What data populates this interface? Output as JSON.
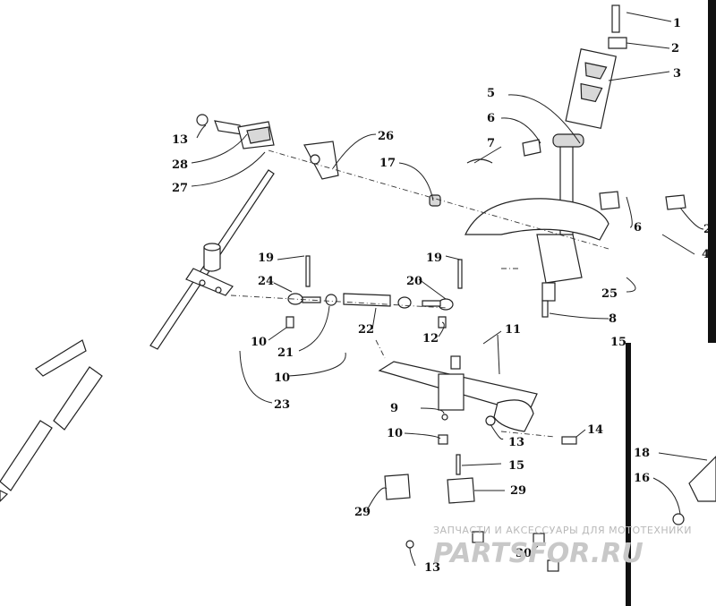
{
  "callouts": {
    "c1": "1",
    "c2a": "2",
    "c3": "3",
    "c5": "5",
    "c6a": "6",
    "c7": "7",
    "c6b": "6",
    "c2b": "2",
    "c4": "4",
    "c8": "8",
    "c25": "25",
    "c26": "26",
    "c17": "17",
    "c13a": "13",
    "c28": "28",
    "c27": "27",
    "c19a": "19",
    "c24": "24",
    "c10a": "10",
    "c21": "21",
    "c22": "22",
    "c10b": "10",
    "c23": "23",
    "c19b": "19",
    "c20": "20",
    "c12": "12",
    "c11": "11",
    "c15a": "15",
    "c9": "9",
    "c10c": "10",
    "c13b": "13",
    "c14": "14",
    "c15b": "15",
    "c29a": "29",
    "c29b": "29",
    "c13c": "13",
    "c30": "30",
    "c18": "18",
    "c16": "16"
  },
  "watermark": {
    "tagline": "ЗАПЧАСТИ И АКСЕССУАРЫ ДЛЯ МОТОТЕХНИКИ",
    "logo": "PARTSFOR.RU"
  }
}
